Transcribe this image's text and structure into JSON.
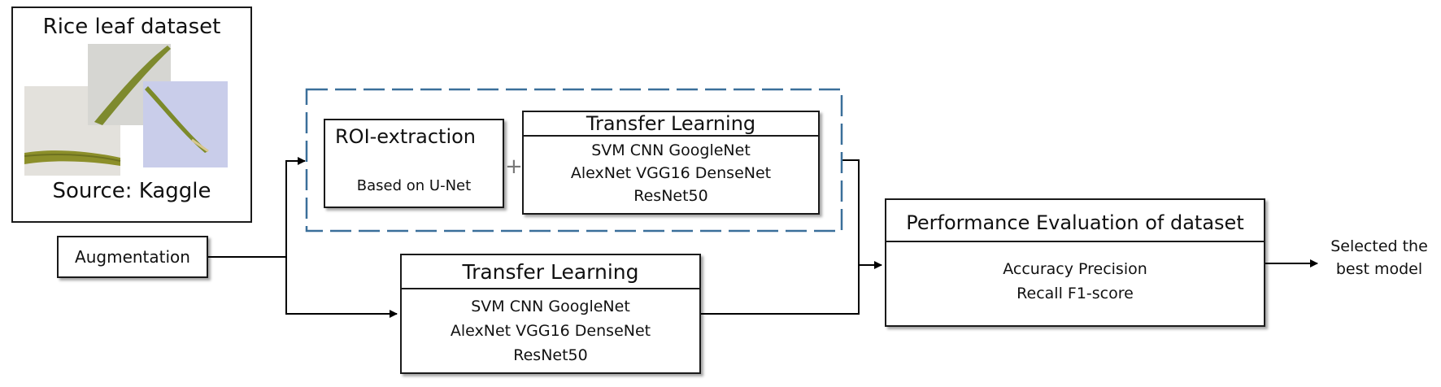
{
  "dataset": {
    "title": "Rice leaf dataset",
    "source": "Source: Kaggle"
  },
  "augmentation": {
    "label": "Augmentation"
  },
  "roi_branch": {
    "roi": {
      "title": "ROI-extraction",
      "subtitle": "Based on U-Net"
    },
    "plus": "+",
    "transfer": {
      "title": "Transfer Learning",
      "lines": [
        "SVM CNN GoogleNet",
        "AlexNet VGG16 DenseNet",
        "ResNet50"
      ]
    }
  },
  "direct_branch": {
    "transfer": {
      "title": "Transfer Learning",
      "lines": [
        "SVM CNN GoogleNet",
        "AlexNet VGG16 DenseNet",
        "ResNet50"
      ]
    }
  },
  "evaluation": {
    "title": "Performance Evaluation of dataset",
    "lines": [
      "Accuracy Precision",
      "Recall F1-score"
    ]
  },
  "output": {
    "lines": [
      "Selected the",
      "best model"
    ]
  },
  "colors": {
    "dashed_border": "#3a6f9a",
    "stroke": "#1a1a1a"
  }
}
